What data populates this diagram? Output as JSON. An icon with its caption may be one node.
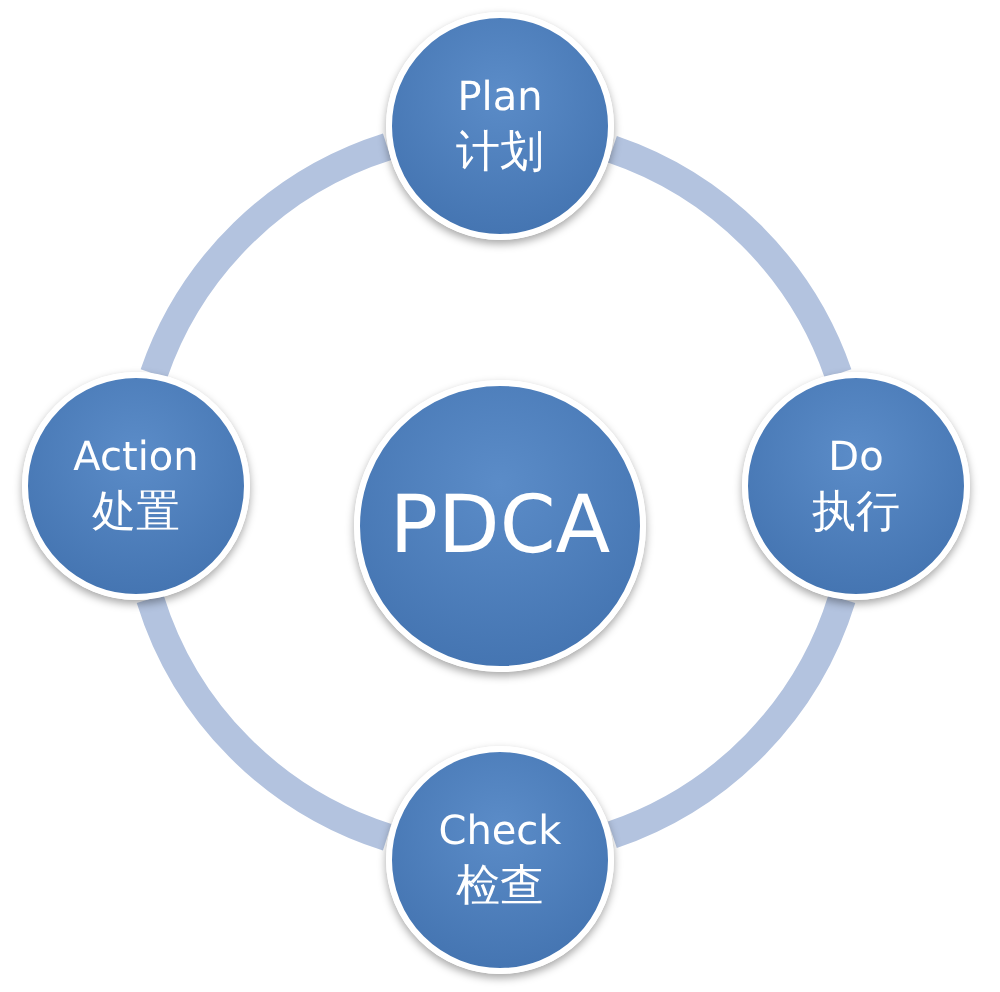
{
  "diagram": {
    "nodes": [
      {
        "text": [
          "PDCA"
        ]
      },
      {
        "text": [
          "Plan",
          "计划"
        ]
      },
      {
        "text": [
          "Do",
          "执行"
        ]
      },
      {
        "text": [
          "Check",
          "检查"
        ]
      },
      {
        "text": [
          "Action",
          "处置"
        ]
      }
    ],
    "edges": [
      {
        "from": 1,
        "to": 2,
        "arrow": "none"
      },
      {
        "from": 2,
        "to": 3,
        "arrow": "none"
      },
      {
        "from": 3,
        "to": 4,
        "arrow": "none"
      },
      {
        "from": 4,
        "to": 1,
        "arrow": "none"
      }
    ]
  }
}
